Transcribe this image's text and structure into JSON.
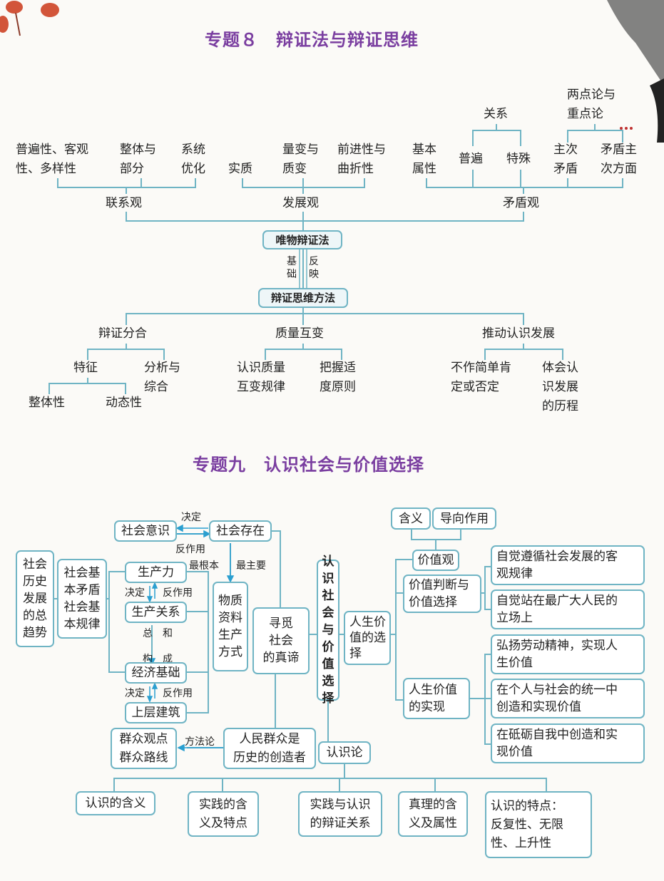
{
  "topic8": {
    "title": "专题８　辩证法与辩证思维",
    "lianxi": {
      "label": "联系观",
      "children": [
        "普遍性、客观\n性、多样性",
        "整体与\n部分",
        "系统\n优化"
      ]
    },
    "fazhan": {
      "label": "发展观",
      "children": [
        "实质",
        "量变与\n质变",
        "前进性与\n曲折性"
      ]
    },
    "maodun": {
      "label": "矛盾观",
      "children": [
        "基本\n属性",
        "普遍",
        "特殊",
        "主次\n矛盾",
        "矛盾主\n次方面"
      ],
      "guanxi": "关系",
      "liangdian": "两点论与\n重点论"
    },
    "core": "唯物辩证法",
    "link_left": "基\n础",
    "link_right": "反\n映",
    "method": "辩证思维方法",
    "bianzheng": {
      "label": "辩证分合",
      "tezheng": "特征",
      "tezheng_children": [
        "整体性",
        "动态性"
      ],
      "fenxi": "分析与\n综合"
    },
    "zhiliang": {
      "label": "质量互变",
      "children": [
        "认识质量\n互变规律",
        "把握适\n度原则"
      ]
    },
    "tuidong": {
      "label": "推动认识发展",
      "children": [
        "不作简单肯\n定或否定",
        "体会认\n识发展\n的历程"
      ]
    }
  },
  "topic9": {
    "title": "专题九　认识社会与价值选择",
    "center": "认\n识\n社\n会\n与\n价\n值\n选\n择",
    "history_trend": "社会\n历史\n发展\n的总\n趋势",
    "basic_contradiction": "社会基\n本矛盾\n社会基\n本规律",
    "social_consciousness": "社会意识",
    "social_existence": "社会存在",
    "decides": "决定",
    "reacts": "反作用",
    "most_fundamental": "最根本",
    "most_important": "最主要",
    "productive_forces": "生产力",
    "production_relations": "生产关系",
    "sum_label": "总　和\n\n构　成",
    "economic_base": "经济基础",
    "superstructure": "上层建筑",
    "material_production": "物质\n资料\n生产\n方式",
    "seek_truth": "寻觅\n社会\n的真谛",
    "masses_view": "群众观点\n群众路线",
    "methodology": "方法论",
    "people_creators": "人民群众是\n历史的创造者",
    "epistemology": "认识论",
    "epistemology_children": [
      "认识的含义",
      "实践的含\n义及特点",
      "实践与认识\n的辩证关系",
      "真理的含\n义及属性",
      "认识的特点：\n反复性、无限\n性、上升性"
    ],
    "life_value_choice": "人生价\n值的选\n择",
    "meaning": "含义",
    "guiding_role": "导向作用",
    "values": "价值观",
    "value_judgment": "价值判断与\n价值选择",
    "judgment_children": [
      "自觉遵循社会发展的客\n观规律",
      "自觉站在最广大人民的\n立场上"
    ],
    "life_value_realize": "人生价值\n的实现",
    "realize_children": [
      "弘扬劳动精神，实现人\n生价值",
      "在个人与社会的统一中\n创造和实现价值",
      "在砥砺自我中创造和实\n现价值"
    ]
  },
  "colors": {
    "line": "#6fb4c4",
    "title": "#7a3ea0",
    "arrow": "#2a9fd0"
  }
}
